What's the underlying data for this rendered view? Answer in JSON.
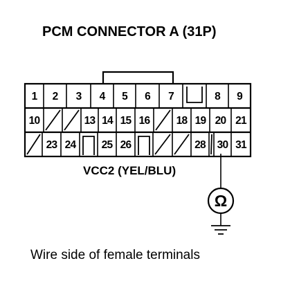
{
  "diagram": {
    "title": "PCM CONNECTOR A (31P)",
    "wire_label": "VCC2 (YEL/BLU)",
    "caption": "Wire side of female terminals",
    "meter_symbol": "Ω",
    "meter_icon": "ohmmeter-icon",
    "ground_icon": "ground-icon",
    "probe_pin": "30",
    "rows": [
      [
        "1",
        "2",
        "3",
        "4",
        "5",
        "6",
        "7",
        "LOCK",
        "8",
        "9"
      ],
      [
        "10",
        "",
        "",
        "13",
        "14",
        "15",
        "16",
        "",
        "18",
        "19",
        "20",
        "21"
      ],
      [
        "",
        "23",
        "24",
        "KEY",
        "25",
        "26",
        "KEY",
        "",
        "",
        "28",
        "",
        "30",
        "31"
      ]
    ]
  }
}
